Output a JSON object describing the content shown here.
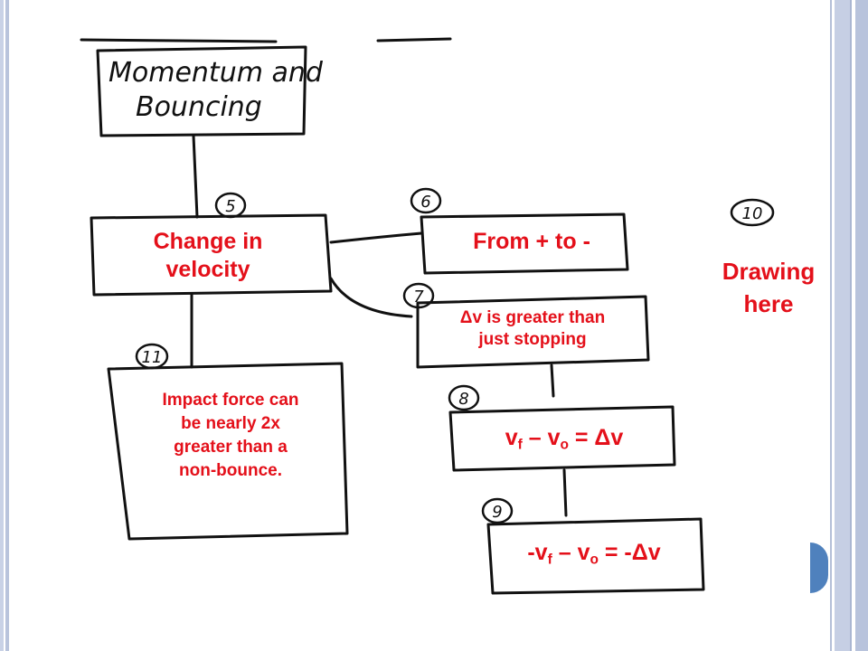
{
  "title": {
    "line1": "Momentum and",
    "line2": "Bouncing"
  },
  "nodes": {
    "n5": {
      "number": "5",
      "text_line1": "Change in",
      "text_line2": "velocity"
    },
    "n6": {
      "number": "6",
      "text": "From + to -"
    },
    "n7": {
      "number": "7",
      "text_line1": "Δv is greater than",
      "text_line2": "just stopping"
    },
    "n8": {
      "number": "8",
      "eq": {
        "v1": "v",
        "s1": "f",
        "op": " – ",
        "v2": "v",
        "s2": "o",
        "rhs": " = Δv"
      }
    },
    "n9": {
      "number": "9",
      "eq": {
        "v1": "-v",
        "s1": "f",
        "op": " – ",
        "v2": "v",
        "s2": "o",
        "rhs": " = -Δv"
      }
    },
    "n10": {
      "number": "10",
      "text_line1": "Drawing",
      "text_line2": "here"
    },
    "n11": {
      "number": "11",
      "text_lines": [
        "Impact force can",
        "be nearly 2x",
        "greater than a",
        "non-bounce."
      ]
    }
  },
  "colors": {
    "text_red": "#e4101a",
    "ink": "#111111",
    "accent_tab": "#4f81bd"
  }
}
